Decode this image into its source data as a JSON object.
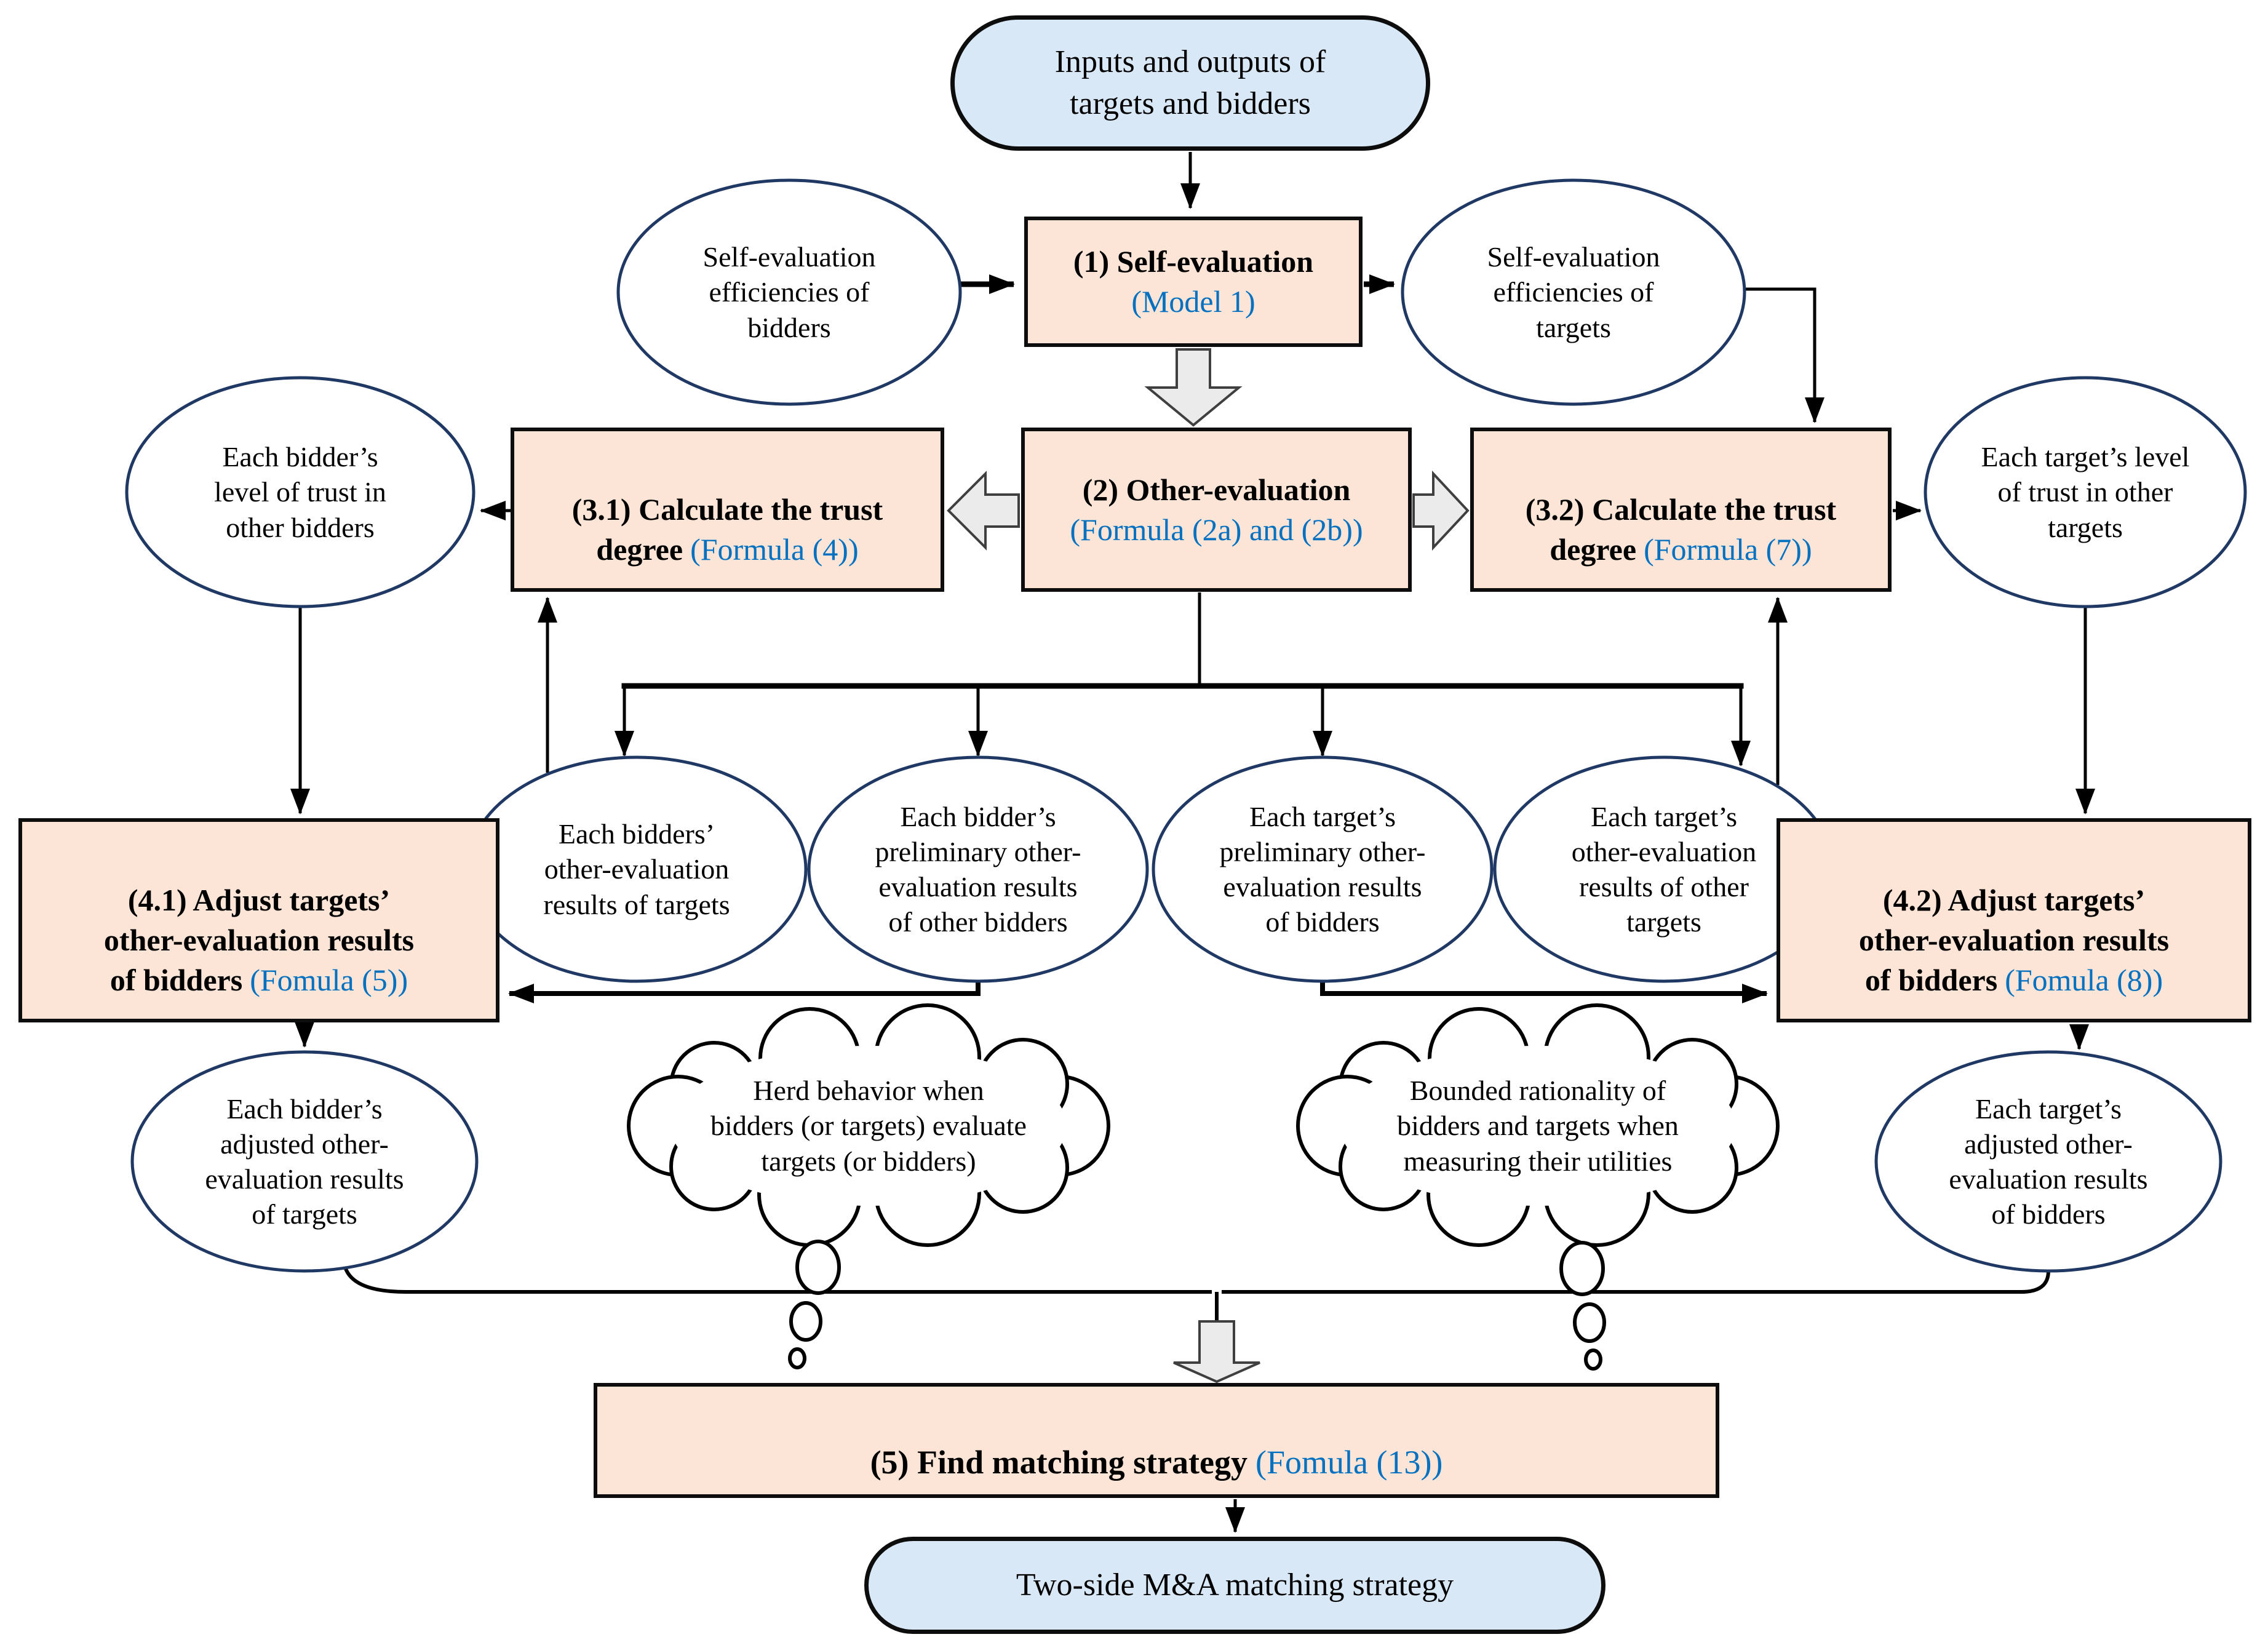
{
  "colors": {
    "process_box_fill": "#fce4d6",
    "terminal_fill": "#d9e8f6",
    "ellipse_border": "#1f3864",
    "formula_text": "#0070c0",
    "line_color": "#000000",
    "block_arrow_fill": "#ebebeb"
  },
  "nodes": {
    "t1": {
      "label": "Inputs and outputs of\ntargets and bidders"
    },
    "e1": {
      "label": "Self-evaluation\nefficiencies of\nbidders"
    },
    "b1": {
      "main": "(1) Self-evaluation",
      "formula": "(Model 1)"
    },
    "e2": {
      "label": "Self-evaluation\nefficiencies of\ntargets"
    },
    "b31": {
      "main": "(3.1) Calculate the trust degree",
      "formula": "(Formula (4))"
    },
    "b2": {
      "main": "(2) Other-evaluation",
      "formula": "(Formula (2a) and (2b))"
    },
    "b32": {
      "main": "(3.2) Calculate the trust degree",
      "formula": "(Formula (7))"
    },
    "e3": {
      "label": "Each bidder’s\nlevel of trust in\nother bidders"
    },
    "e4": {
      "label": "Each target’s level\nof trust in other\ntargets"
    },
    "m1": {
      "label": "Each bidders’\nother-evaluation\nresults of targets"
    },
    "m2": {
      "label": "Each bidder’s\npreliminary other-\nevaluation results\nof other bidders"
    },
    "m3": {
      "label": "Each target’s\npreliminary  other-\nevaluation results\nof bidders"
    },
    "m4": {
      "label": "Each target’s\nother-evaluation\nresults of other\ntargets"
    },
    "b41": {
      "main": "(4.1) Adjust targets’\nother-evaluation results\nof bidders",
      "formula": "(Fomula (5))"
    },
    "b42": {
      "main": "(4.2) Adjust targets’\nother-evaluation results\nof bidders",
      "formula": "(Fomula (8))"
    },
    "cloud1": {
      "label": "Herd behavior when\nbidders (or targets) evaluate\ntargets (or bidders)"
    },
    "cloud2": {
      "label": "Bounded rationality of\nbidders and targets when\nmeasuring their utilities"
    },
    "e5": {
      "label": "Each bidder’s\nadjusted  other-\nevaluation results\nof targets"
    },
    "e6": {
      "label": "Each target’s\nadjusted  other-\nevaluation results\nof bidders"
    },
    "b5": {
      "main": "(5) Find matching strategy",
      "formula": "(Fomula (13))"
    },
    "t2": {
      "label": "Two-side M&A matching strategy"
    }
  }
}
